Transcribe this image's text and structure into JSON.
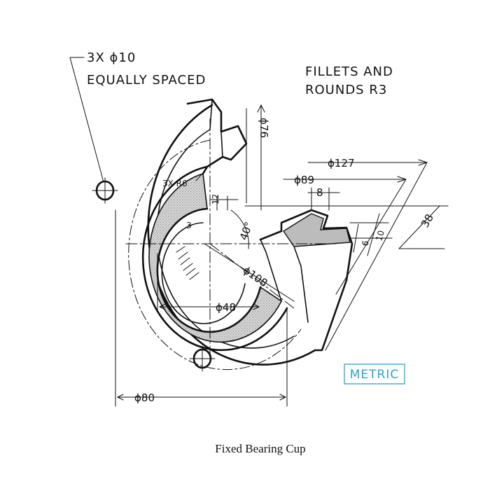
{
  "notes": {
    "holes_line1": "3X ϕ10",
    "holes_line2": "EQUALLY SPACED",
    "fillets_line1": "FILLETS AND",
    "fillets_line2": "ROUNDS R3"
  },
  "dimensions": {
    "d76": "ϕ76",
    "d127": "ϕ127",
    "d89": "ϕ89",
    "d8": "8",
    "d12": "12",
    "r6": "3X R6",
    "three": "3",
    "angle40": "40°",
    "d6": "6",
    "d10": "10",
    "d38": "38",
    "d108": "ϕ108",
    "d48": "ϕ48",
    "d80": "ϕ80"
  },
  "badge": {
    "label": "METRIC",
    "color": "#29a3c9"
  },
  "caption": "Fixed Bearing Cup"
}
